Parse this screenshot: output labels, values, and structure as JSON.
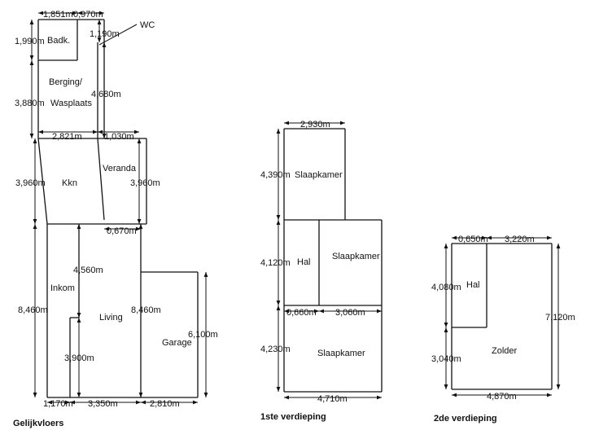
{
  "floors": {
    "ground": {
      "title": "Gelijkvloers",
      "rooms": {
        "badk": "Badk.",
        "wc": "WC",
        "berging_1": "Berging/",
        "berging_2": "Wasplaats",
        "kkn": "Kkn",
        "veranda": "Veranda",
        "inkom": "Inkom",
        "living": "Living",
        "garage": "Garage"
      },
      "dims": {
        "badk_width": "1,851m",
        "wc_width": "0,970m",
        "badk_height": "1,990m",
        "wc_height": "1,190m",
        "berging_height": "3,880m",
        "berging_right_height": "4,680m",
        "kkn_width": "2,821m",
        "veranda_width": "1,030m",
        "kkn_height": "3,960m",
        "veranda_height": "3,960m",
        "veranda_bottom": "0,670m",
        "inkom_height": "8,460m",
        "hall_height": "4,560m",
        "living_lower_height": "3,900m",
        "living_right_height": "8,460m",
        "garage_height": "6,100m",
        "inkom_width": "1,170m",
        "living_width": "3,350m",
        "garage_width": "2,810m"
      }
    },
    "first": {
      "title": "1ste verdieping",
      "rooms": {
        "slaap_top": "Slaapkamer",
        "hal": "Hal",
        "slaap_mid": "Slaapkamer",
        "slaap_bottom": "Slaapkamer"
      },
      "dims": {
        "top_width": "2,930m",
        "top_height": "4,390m",
        "mid_height": "4,120m",
        "hal_width": "0,660m",
        "mid_width": "3,060m",
        "bottom_height": "4,230m",
        "bottom_width": "4,710m"
      }
    },
    "second": {
      "title": "2de verdieping",
      "rooms": {
        "hal": "Hal",
        "zolder": "Zolder"
      },
      "dims": {
        "hal_width": "0,650m",
        "zolder_top_width": "3,220m",
        "hal_height": "4,080m",
        "lower_height": "3,040m",
        "total_height": "7,120m",
        "bottom_width": "4,870m"
      }
    }
  }
}
